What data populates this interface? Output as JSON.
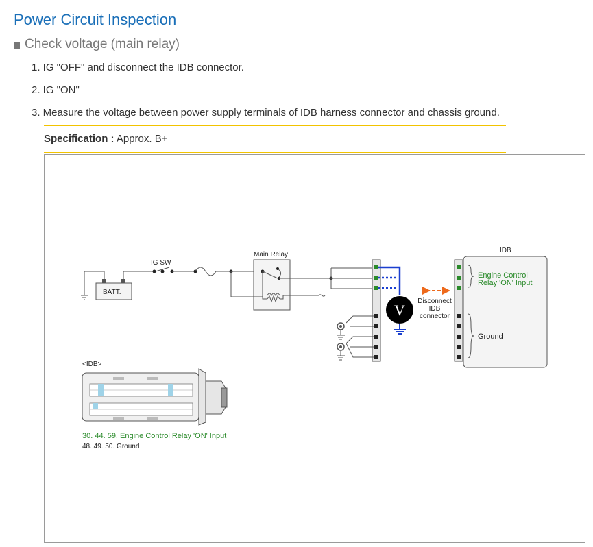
{
  "page": {
    "title": "Power Circuit Inspection",
    "section": "Check voltage (main relay)"
  },
  "steps": [
    "1. IG \"OFF\" and disconnect the IDB connector.",
    "2. IG \"ON\"",
    "3. Measure the voltage between power supply terminals of IDB harness connector and chassis ground."
  ],
  "spec": {
    "label": "Specification :",
    "value": " Approx. B+"
  },
  "diagram": {
    "ig_sw_label": "IG SW",
    "batt_label": "BATT.",
    "main_relay_label": "Main Relay",
    "idb_label": "IDB",
    "voltmeter_label": "V",
    "disconnect_label": [
      "Disconnect",
      "IDB",
      "connector"
    ],
    "ecr_label": [
      "Engine Control",
      "Relay 'ON' Input"
    ],
    "ground_label": "Ground",
    "connector_title": "<IDB>",
    "pin_legend_1": "30. 44. 59. Engine Control Relay 'ON' Input",
    "pin_legend_2": "48. 49. 50. Ground",
    "colors": {
      "title": "#1a6fb8",
      "spec_rule": "#f2c300",
      "highlight_green": "#2a8a2a",
      "probe_blue": "#1a3fcf",
      "arrow_orange": "#ee6a1c"
    }
  }
}
